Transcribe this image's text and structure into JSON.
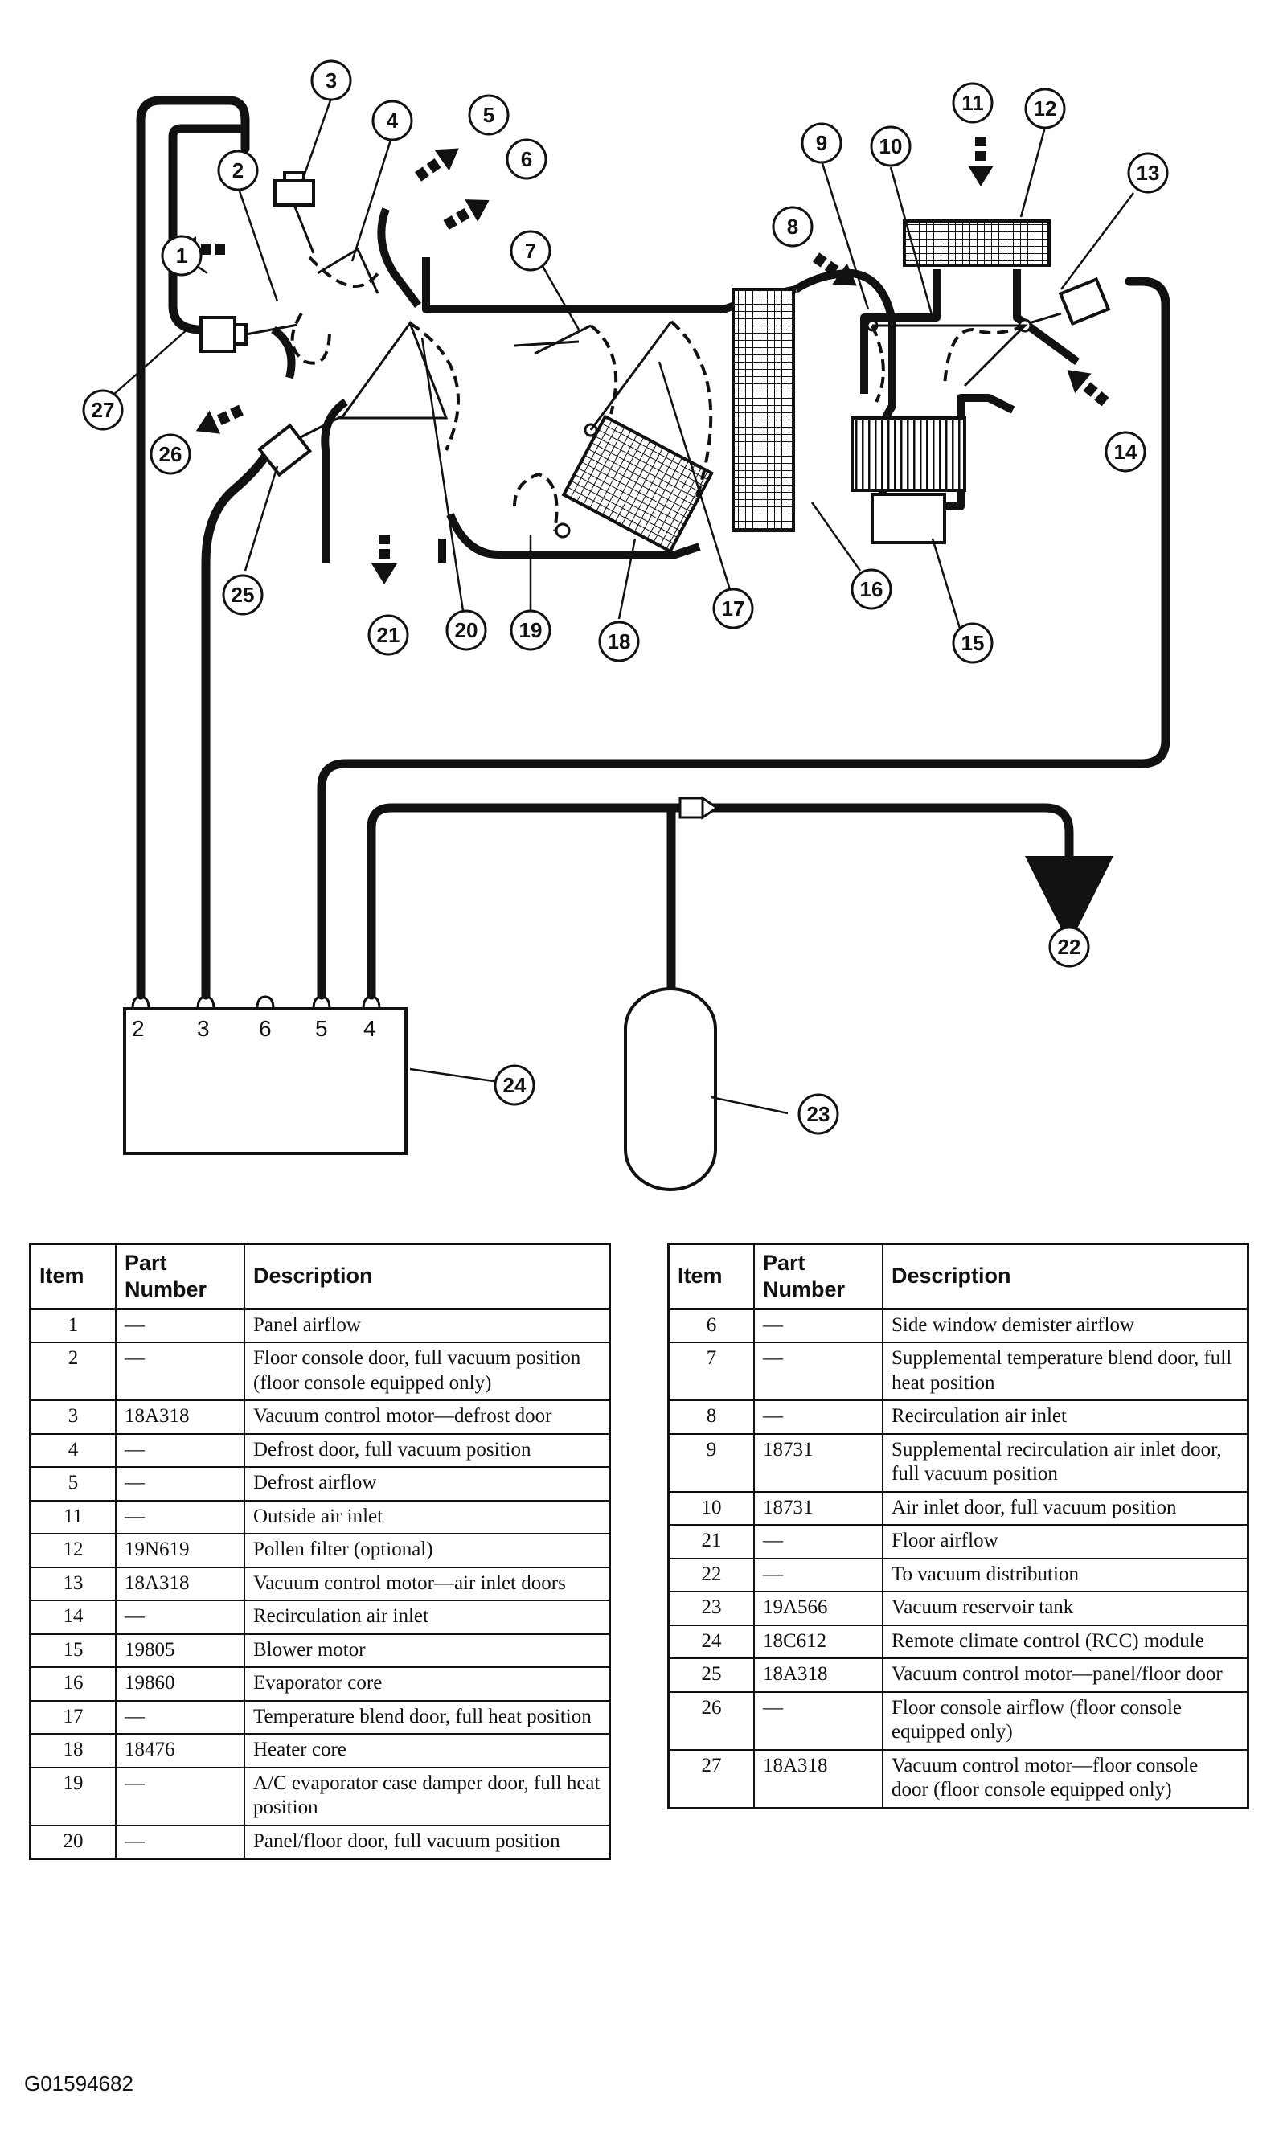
{
  "diagram": {
    "callouts": [
      "1",
      "2",
      "3",
      "4",
      "5",
      "6",
      "7",
      "8",
      "9",
      "10",
      "11",
      "12",
      "13",
      "14",
      "15",
      "16",
      "17",
      "18",
      "19",
      "20",
      "21",
      "22",
      "23",
      "24",
      "25",
      "26",
      "27"
    ],
    "module_ports": [
      "2",
      "3",
      "6",
      "5",
      "4"
    ]
  },
  "tables": {
    "headers": {
      "item": "Item",
      "part": "Part Number",
      "desc": "Description"
    },
    "left": [
      {
        "item": "1",
        "part": "—",
        "desc": "Panel airflow"
      },
      {
        "item": "2",
        "part": "—",
        "desc": "Floor console door, full vacuum position (floor console equipped only)"
      },
      {
        "item": "3",
        "part": "18A318",
        "desc": "Vacuum control motor—defrost door"
      },
      {
        "item": "4",
        "part": "—",
        "desc": "Defrost door, full vacuum position"
      },
      {
        "item": "5",
        "part": "—",
        "desc": "Defrost airflow"
      },
      {
        "item": "11",
        "part": "—",
        "desc": "Outside air inlet"
      },
      {
        "item": "12",
        "part": "19N619",
        "desc": "Pollen filter (optional)"
      },
      {
        "item": "13",
        "part": "18A318",
        "desc": "Vacuum control motor—air inlet doors"
      },
      {
        "item": "14",
        "part": "—",
        "desc": "Recirculation air inlet"
      },
      {
        "item": "15",
        "part": "19805",
        "desc": "Blower motor"
      },
      {
        "item": "16",
        "part": "19860",
        "desc": "Evaporator core"
      },
      {
        "item": "17",
        "part": "—",
        "desc": "Temperature blend door, full heat position"
      },
      {
        "item": "18",
        "part": "18476",
        "desc": "Heater core"
      },
      {
        "item": "19",
        "part": "—",
        "desc": "A/C evaporator case damper door, full heat position"
      },
      {
        "item": "20",
        "part": "—",
        "desc": "Panel/floor door, full vacuum position"
      }
    ],
    "right": [
      {
        "item": "6",
        "part": "—",
        "desc": "Side window demister airflow"
      },
      {
        "item": "7",
        "part": "—",
        "desc": "Supplemental temperature blend door, full heat position"
      },
      {
        "item": "8",
        "part": "—",
        "desc": "Recirculation air inlet"
      },
      {
        "item": "9",
        "part": "18731",
        "desc": "Supplemental recirculation air inlet door, full vacuum position"
      },
      {
        "item": "10",
        "part": "18731",
        "desc": "Air inlet door, full vacuum position"
      },
      {
        "item": "21",
        "part": "—",
        "desc": "Floor airflow"
      },
      {
        "item": "22",
        "part": "—",
        "desc": "To vacuum distribution"
      },
      {
        "item": "23",
        "part": "19A566",
        "desc": "Vacuum reservoir tank"
      },
      {
        "item": "24",
        "part": "18C612",
        "desc": "Remote climate control (RCC) module"
      },
      {
        "item": "25",
        "part": "18A318",
        "desc": "Vacuum control motor—panel/floor door"
      },
      {
        "item": "26",
        "part": "—",
        "desc": "Floor console airflow (floor console equipped only)"
      },
      {
        "item": "27",
        "part": "18A318",
        "desc": "Vacuum control motor—floor console door (floor console equipped only)"
      }
    ]
  },
  "figure_id": "G01594682"
}
